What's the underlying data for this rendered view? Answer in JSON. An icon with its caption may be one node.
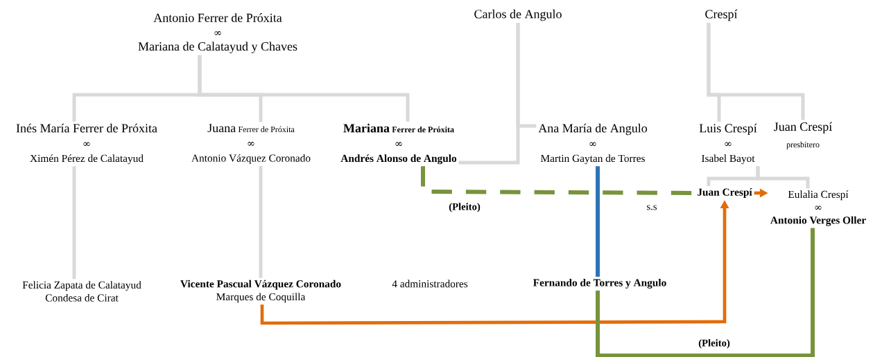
{
  "diagram": {
    "nodes": [
      {
        "text": [
          "Antonio Ferrer de Próxita",
          "∞",
          "Mariana de Calatayud y Chaves"
        ]
      },
      {
        "text": [
          "Carlos de Angulo"
        ]
      },
      {
        "text": [
          "Crespí"
        ]
      },
      {
        "text": [
          "Inés María Ferrer de Próxita",
          "∞",
          "Ximén Pérez de Calatayud"
        ]
      },
      {
        "text": [
          "Juana",
          "Ferrer de Próxita",
          "∞",
          "Antonio Vázquez Coronado"
        ]
      },
      {
        "text": [
          "Mariana",
          "Ferrer de Próxita",
          "∞",
          "Andrés Alonso de Angulo"
        ]
      },
      {
        "text": [
          "Ana María de Angulo",
          "∞",
          "Martin Gaytan de Torres"
        ]
      },
      {
        "text": [
          "Luis Crespí",
          "∞",
          "Isabel Bayot"
        ]
      },
      {
        "text": [
          "Juan Crespí",
          "presbítero"
        ]
      },
      {
        "text": [
          "Juan Crespí"
        ]
      },
      {
        "text": [
          "Eulalia Crespí",
          "∞",
          "Antonio Verges Oller"
        ]
      },
      {
        "text": [
          "Felicia Zapata de Calatayud",
          "Condesa de Cirat"
        ]
      },
      {
        "text": [
          "Vicente Pascual Vázquez Coronado",
          "Marques de Coquilla"
        ]
      },
      {
        "text": [
          "4 administradores"
        ]
      },
      {
        "text": [
          "Fernando de Torres y Angulo"
        ]
      }
    ],
    "edges": [
      {
        "from": 0,
        "to": 3,
        "arrow": "none"
      },
      {
        "from": 0,
        "to": 4,
        "arrow": "none"
      },
      {
        "from": 0,
        "to": 5,
        "arrow": "none"
      },
      {
        "from": 1,
        "to": 5,
        "arrow": "none"
      },
      {
        "from": 1,
        "to": 6,
        "arrow": "none"
      },
      {
        "from": 2,
        "to": 7,
        "arrow": "none"
      },
      {
        "from": 2,
        "to": 8,
        "arrow": "none"
      },
      {
        "from": 7,
        "to": 9,
        "arrow": "none"
      },
      {
        "from": 7,
        "to": 10,
        "arrow": "none"
      },
      {
        "from": 3,
        "to": 11,
        "arrow": "none"
      },
      {
        "from": 4,
        "to": 12,
        "arrow": "none"
      },
      {
        "from": 5,
        "to": 9,
        "arrow": "none",
        "label": "(Pleito)",
        "style": "dashed",
        "color": "#77933c"
      },
      {
        "from": 6,
        "to": 14,
        "arrow": "none",
        "color": "#2e75b6"
      },
      {
        "from": 9,
        "to": 10,
        "arrow": "to",
        "color": "#e36c09"
      },
      {
        "from": 12,
        "to": 9,
        "arrow": "to",
        "color": "#e36c09"
      },
      {
        "from": 14,
        "to": 10,
        "arrow": "none",
        "label": "(Pleito)",
        "color": "#77933c"
      }
    ],
    "labels": [
      "s.s"
    ]
  }
}
